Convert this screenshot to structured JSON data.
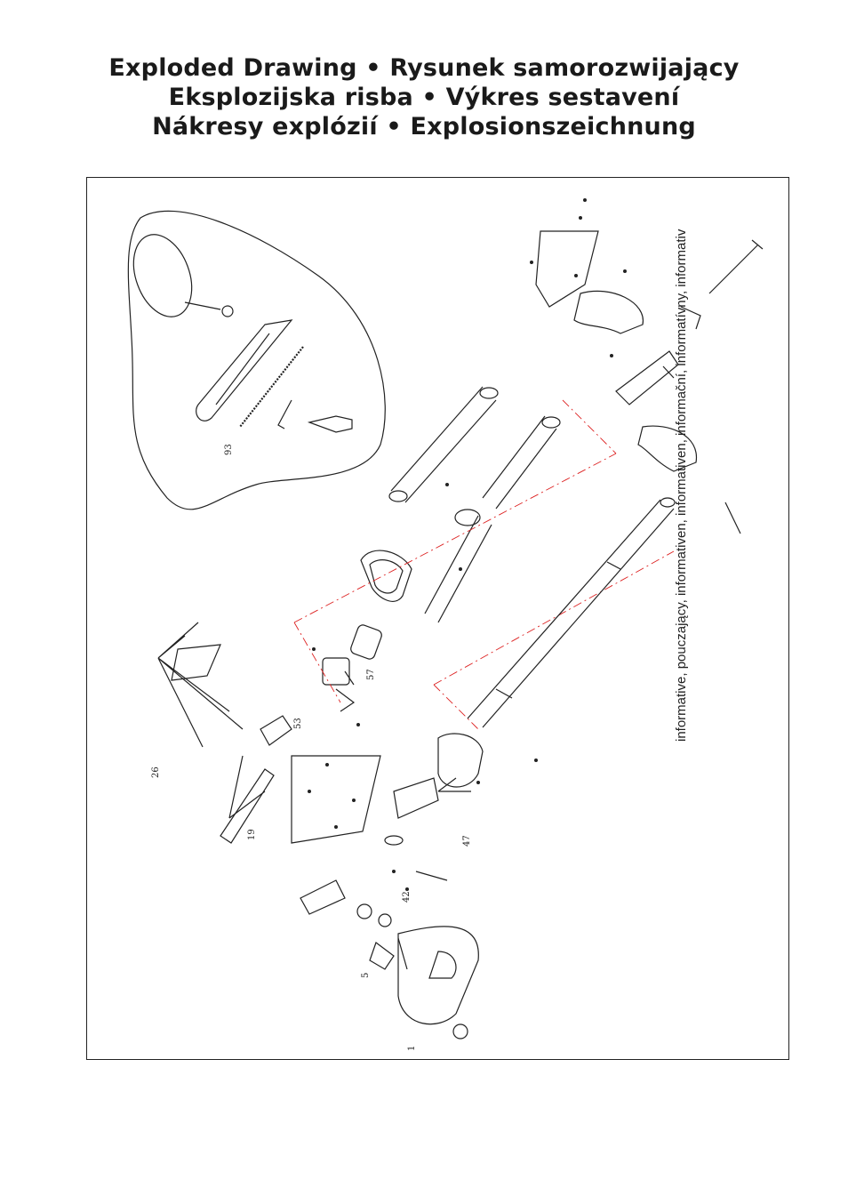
{
  "title_lines": [
    "Exploded Drawing • Rysunek samorozwijający",
    "Eksplozijska risba • Výkres sestavení",
    "Nákresy explózií • Explosionszeichnung"
  ],
  "side_note": "informative, pouczający, informativen, informativen, informační, informatívny, informativ",
  "callouts": {
    "c93": "93",
    "c57": "57",
    "c53": "53",
    "c26": "26",
    "c19": "19",
    "c47": "47",
    "c42": "42",
    "c5": "5",
    "c1": "1"
  }
}
